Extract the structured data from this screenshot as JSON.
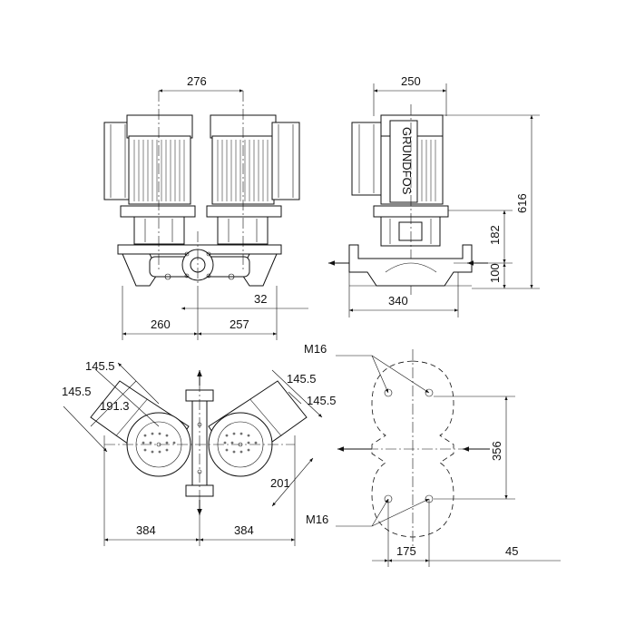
{
  "drawing": {
    "front_view": {
      "dim_width_centers": "276",
      "dim_left": "260",
      "dim_right": "257",
      "dim_offset": "32"
    },
    "side_view": {
      "dim_motor_width": "250",
      "dim_total_height": "616",
      "dim_upper": "182",
      "dim_lower": "100",
      "dim_base_width": "340"
    },
    "top_view": {
      "dim_a1": "145.5",
      "dim_a2": "145.5",
      "dim_a3": "191.3",
      "dim_b1": "145.5",
      "dim_b2": "145.5",
      "dim_c": "201",
      "dim_left": "384",
      "dim_right": "384"
    },
    "footprint_view": {
      "label_top_bolt": "M16",
      "label_bottom_bolt": "M16",
      "dim_height": "356",
      "dim_bolt_spacing": "175",
      "dim_side": "45"
    }
  }
}
